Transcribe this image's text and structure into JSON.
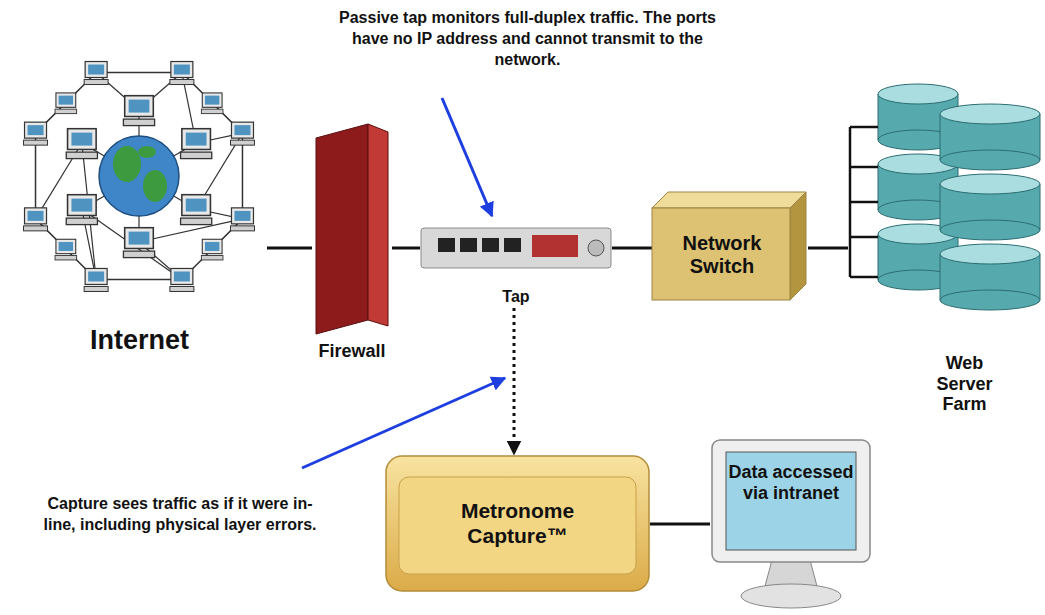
{
  "diagram": {
    "nodes": [
      {
        "text": [
          "Internet"
        ]
      },
      {
        "text": [
          "Firewall"
        ]
      },
      {
        "text": [
          "Tap"
        ]
      },
      {
        "text": [
          "Network Switch"
        ]
      },
      {
        "text": [
          "Web Server Farm"
        ]
      },
      {
        "text": [
          "Metronome Capture™"
        ]
      },
      {
        "text": [
          "Data accessed via intranet"
        ]
      }
    ],
    "edges": [
      {
        "from": 0,
        "to": 1,
        "arrow": "none"
      },
      {
        "from": 1,
        "to": 2,
        "arrow": "none"
      },
      {
        "from": 2,
        "to": 3,
        "arrow": "none"
      },
      {
        "from": 3,
        "to": 4,
        "arrow": "none"
      },
      {
        "from": 2,
        "to": 5,
        "arrow": "to"
      },
      {
        "from": 5,
        "to": 6,
        "arrow": "none"
      }
    ],
    "labels": [
      "Passive tap monitors full-duplex traffic. The ports have no IP address and cannot transmit to the network.",
      "Capture sees traffic as if it were in-line, including physical layer errors."
    ]
  }
}
